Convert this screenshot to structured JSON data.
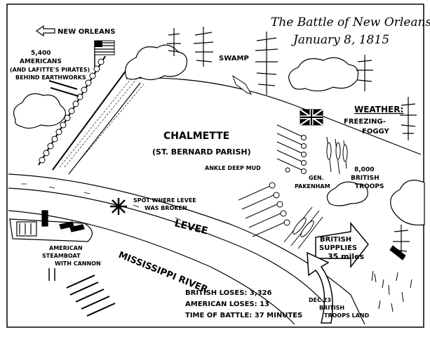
{
  "title": {
    "line1": "The Battle of New Orleans",
    "line2": "January 8, 1815"
  },
  "labels": {
    "new_orleans": "NEW ORLEANS",
    "americans_1": "5,400",
    "americans_2": "AMERICANS",
    "americans_3": "(AND LAFITTE'S PIRATES)",
    "americans_4": "BEHIND EARTHWORKS",
    "swamp": "SWAMP",
    "weather_heading": "WEATHER:",
    "weather_1": "FREEZING-",
    "weather_2": "FOGGY",
    "chalmette_1": "CHALMETTE",
    "chalmette_2": "(ST. BERNARD PARISH)",
    "mud": "ANKLE DEEP MUD",
    "pakenham_1": "GEN.",
    "pakenham_2": "PAKENHAM",
    "british_troops_1": "8,000",
    "british_troops_2": "BRITISH",
    "british_troops_3": "TROOPS",
    "levee_break_1": "SPOT WHERE LEVEE",
    "levee_break_2": "WAS BROKEN",
    "levee": "LEVEE",
    "river": "MISSISSIPPI RIVER",
    "steamboat_1": "AMERICAN",
    "steamboat_2": "STEAMBOAT",
    "steamboat_3": "WITH CANNON",
    "supplies_1": "BRITISH",
    "supplies_2": "SUPPLIES",
    "supplies_3": "35 miles",
    "landing_1": "DEC 23",
    "landing_2": "BRITISH",
    "landing_3": "TROOPS LAND"
  },
  "stats": {
    "british_losses": "BRITISH LOSES: 3,326",
    "american_losses": "AMERICAN LOSES: 13",
    "time_of_battle": "TIME OF BATTLE: 37 MINUTES"
  },
  "colors": {
    "ink": "#000000",
    "paper": "#ffffff"
  },
  "icons": [
    "arrow-left-icon",
    "american-flag-icon",
    "british-flag-icon",
    "cloud-icon",
    "tree-icon",
    "cannon-icon",
    "compass-icon",
    "arrow-icon"
  ]
}
